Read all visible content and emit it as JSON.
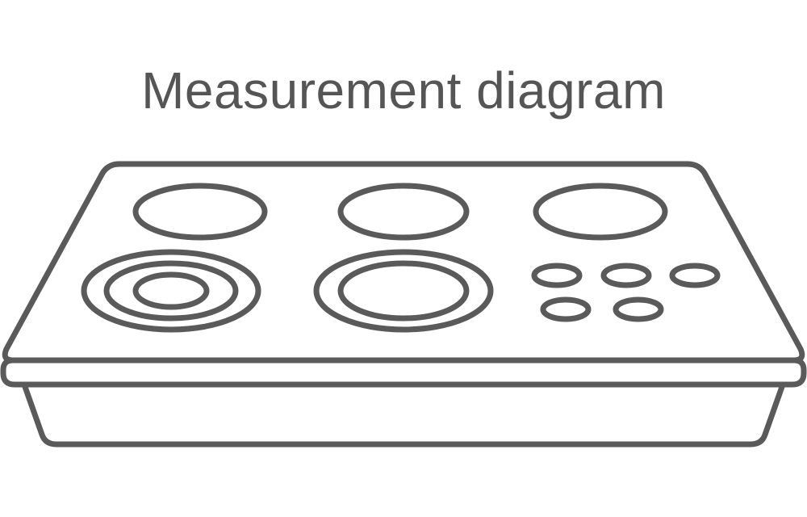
{
  "title": "Measurement diagram",
  "colors": {
    "outline": "#5a5a5a",
    "background": "#ffffff",
    "text": "#555555"
  },
  "cooktop": {
    "burners_back_row": 3,
    "burners_front_row": 2,
    "control_knobs": 5
  }
}
